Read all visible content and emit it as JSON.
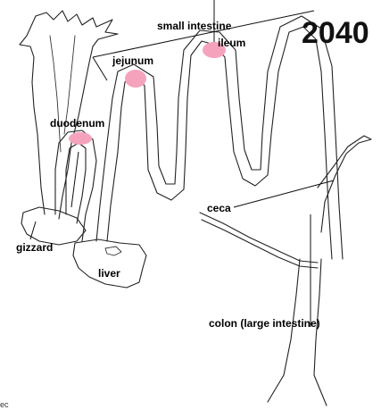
{
  "labels": {
    "small_intestine": "small intestine",
    "ileum": "ileum",
    "jejunum": "jejunum",
    "duodenum": "duodenum",
    "gizzard": "gizzard",
    "liver": "liver",
    "ceca": "ceca",
    "colon": "colon (large intestine)",
    "year": "2040",
    "corner_text": "ec"
  },
  "colors": {
    "marker": "#f5a3bd",
    "ink": "#222222",
    "background": "#ffffff"
  }
}
